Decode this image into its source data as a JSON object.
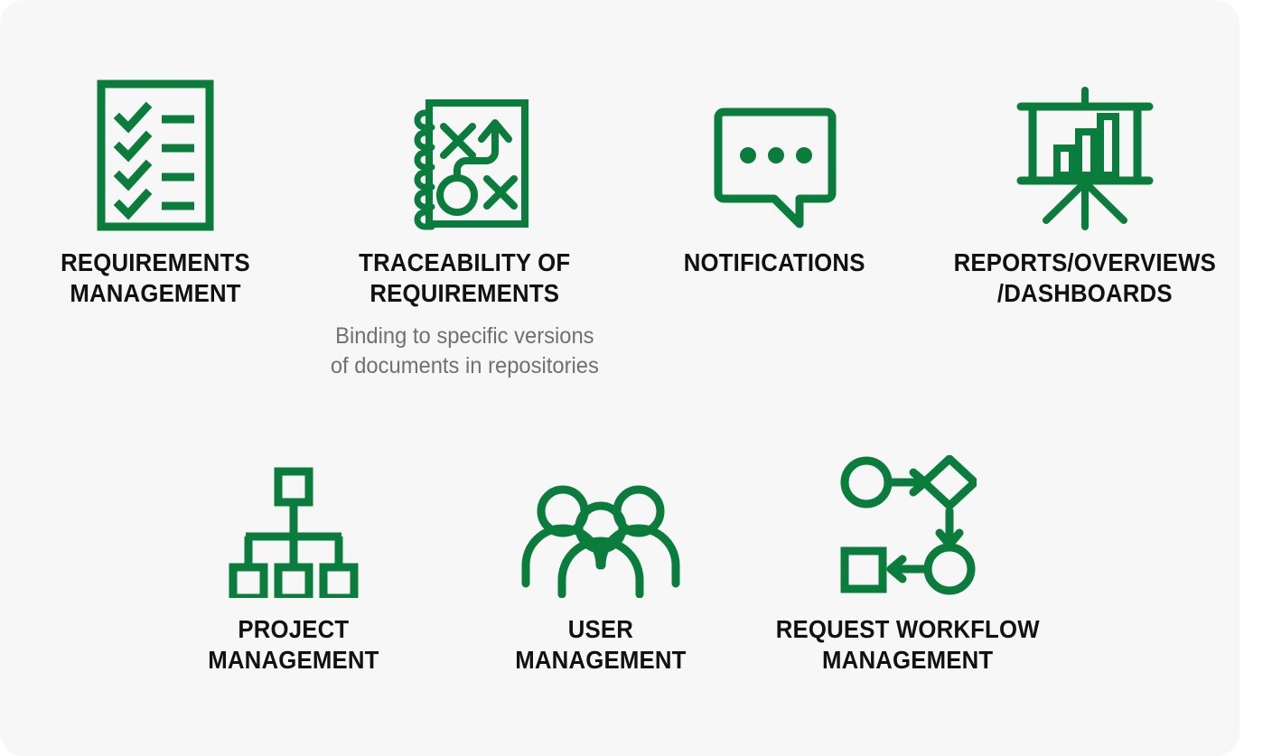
{
  "page": {
    "background": "#ffffff",
    "card_background": "#f7f7f7",
    "accent_green": "#0a7c3c",
    "title_color": "#111111",
    "subtitle_color": "#707070"
  },
  "features": {
    "row_top": [
      {
        "icon": "checklist-document-icon",
        "title": "REQUIREMENTS\nMANAGEMENT",
        "title_line1": "REQUIREMENTS",
        "title_line2": "MANAGEMENT",
        "subtitle": ""
      },
      {
        "icon": "strategy-notebook-icon",
        "title": "TRACEABILITY OF\nREQUIREMENTS",
        "title_line1": "TRACEABILITY OF",
        "title_line2": "REQUIREMENTS",
        "subtitle": "Binding to specific versions\nof documents in repositories",
        "subtitle_line1": "Binding to specific versions",
        "subtitle_line2": "of documents in repositories"
      },
      {
        "icon": "speech-bubble-icon",
        "title": "NOTIFICATIONS",
        "title_line1": "NOTIFICATIONS",
        "title_line2": "",
        "subtitle": ""
      },
      {
        "icon": "presentation-chart-icon",
        "title": "REPORTS/OVERVIEWS\n/DASHBOARDS",
        "title_line1": "REPORTS/OVERVIEWS",
        "title_line2": "/DASHBOARDS",
        "subtitle": ""
      }
    ],
    "row_bottom": [
      {
        "icon": "org-chart-icon",
        "title": "PROJECT\nMANAGEMENT",
        "title_line1": "PROJECT",
        "title_line2": "MANAGEMENT",
        "subtitle": ""
      },
      {
        "icon": "users-group-icon",
        "title": "USER\nMANAGEMENT",
        "title_line1": "USER",
        "title_line2": "MANAGEMENT",
        "subtitle": ""
      },
      {
        "icon": "workflow-diagram-icon",
        "title": "REQUEST WORKFLOW\nMANAGEMENT",
        "title_line1": "REQUEST WORKFLOW",
        "title_line2": "MANAGEMENT",
        "subtitle": ""
      }
    ]
  }
}
